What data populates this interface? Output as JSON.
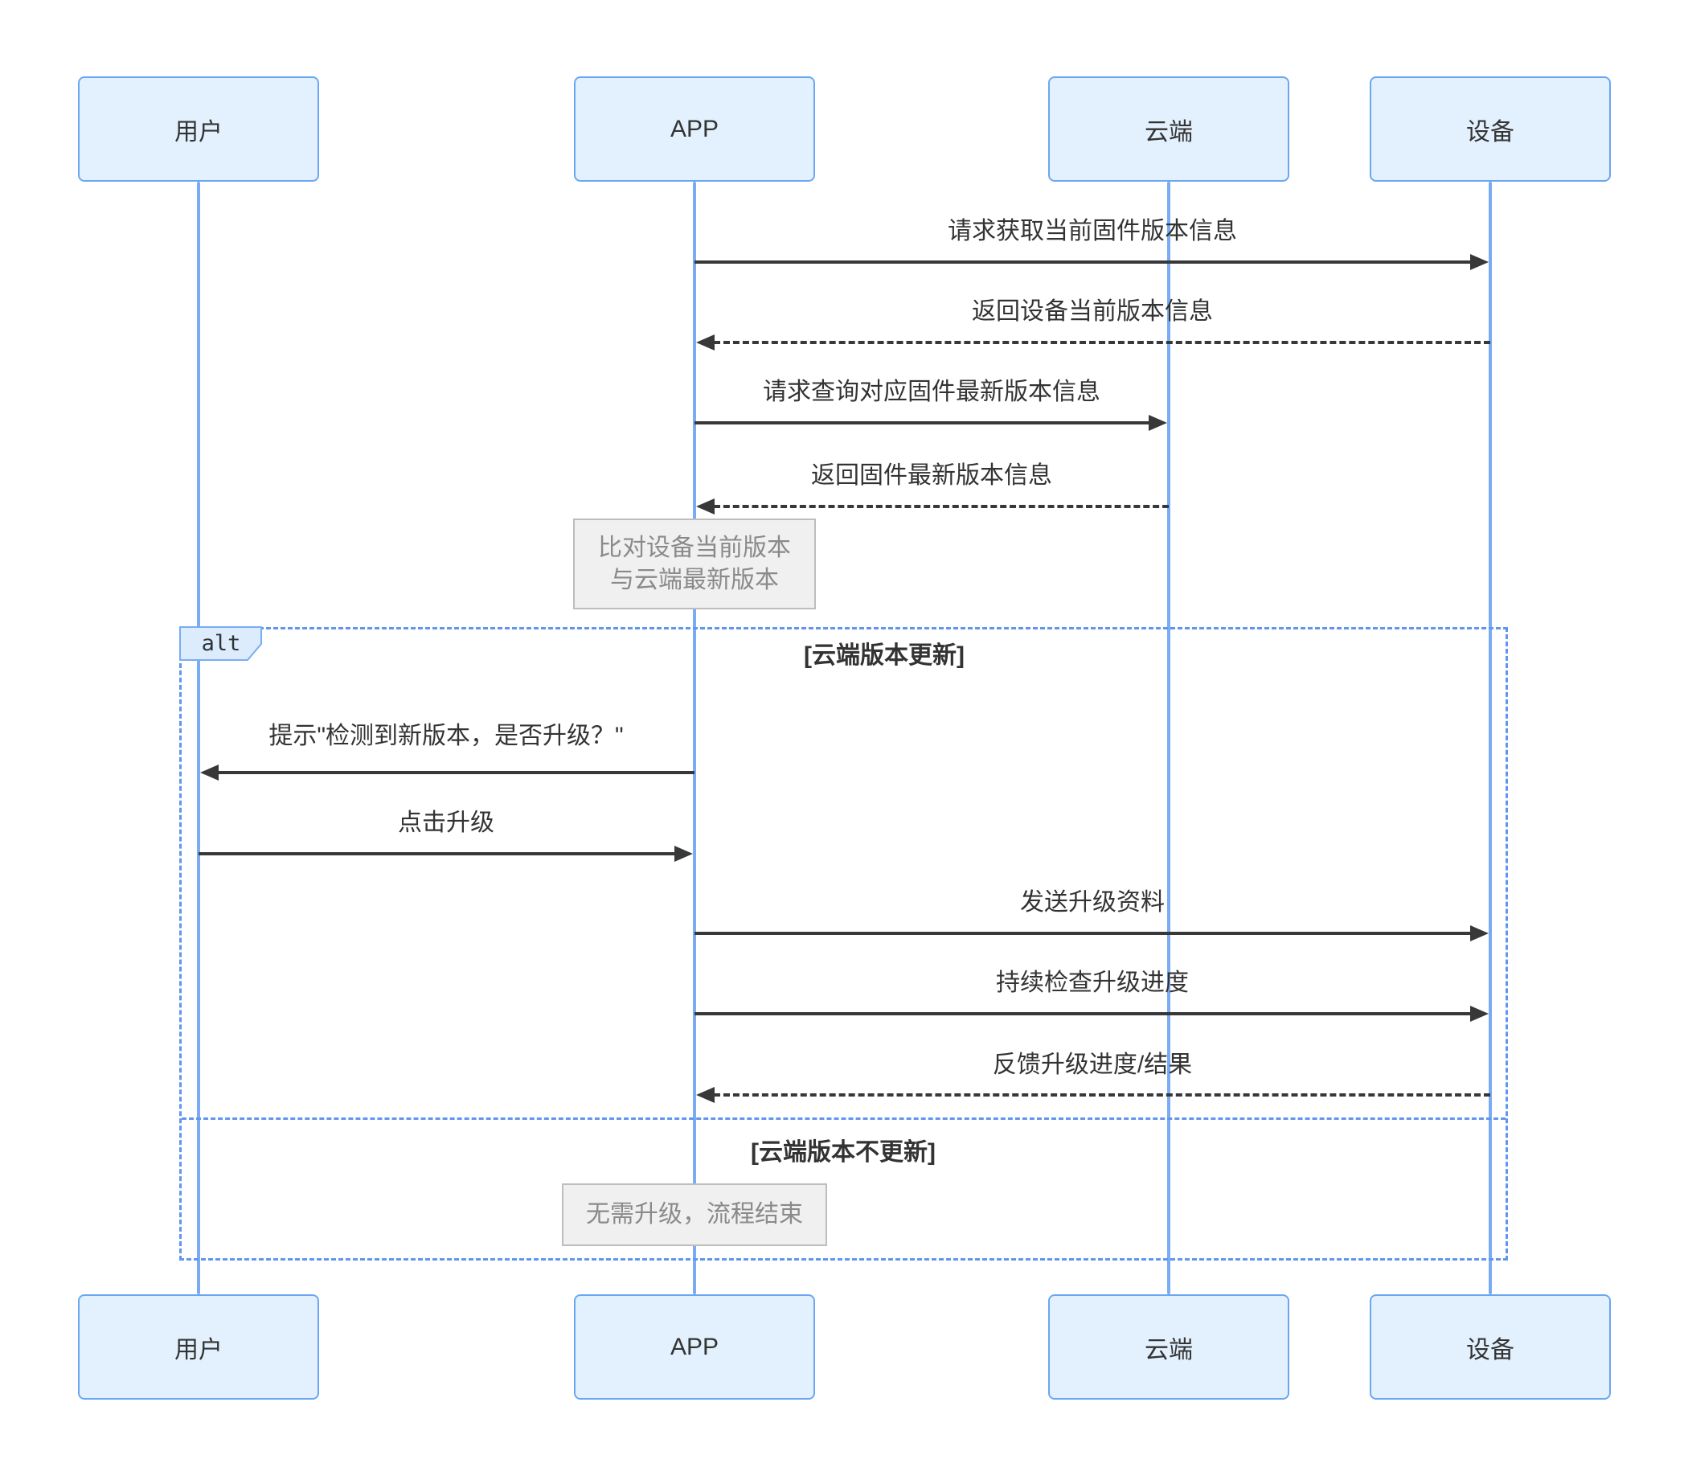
{
  "diagram": {
    "kind": "sequence-diagram",
    "actors": [
      {
        "id": "user",
        "label": "用户"
      },
      {
        "id": "app",
        "label": "APP"
      },
      {
        "id": "cloud",
        "label": "云端"
      },
      {
        "id": "device",
        "label": "设备"
      }
    ],
    "messages": [
      {
        "from": "APP",
        "to": "设备",
        "line": "solid",
        "label": "请求获取当前固件版本信息"
      },
      {
        "from": "设备",
        "to": "APP",
        "line": "dashed",
        "label": "返回设备当前版本信息"
      },
      {
        "from": "APP",
        "to": "云端",
        "line": "solid",
        "label": "请求查询对应固件最新版本信息"
      },
      {
        "from": "云端",
        "to": "APP",
        "line": "dashed",
        "label": "返回固件最新版本信息"
      },
      {
        "from": "APP",
        "to": "用户",
        "line": "solid",
        "label": "提示\"检测到新版本，是否升级？\""
      },
      {
        "from": "用户",
        "to": "APP",
        "line": "solid",
        "label": "点击升级"
      },
      {
        "from": "APP",
        "to": "设备",
        "line": "solid",
        "label": "发送升级资料"
      },
      {
        "from": "APP",
        "to": "设备",
        "line": "solid",
        "label": "持续检查升级进度"
      },
      {
        "from": "设备",
        "to": "APP",
        "line": "dashed",
        "label": "反馈升级进度/结果"
      }
    ],
    "notes": [
      {
        "line1": "比对设备当前版本",
        "line2": "与云端最新版本"
      },
      {
        "line1": "无需升级，流程结束"
      }
    ],
    "fragment": {
      "operator": "alt",
      "condition1": "[云端版本更新]",
      "condition2": "[云端版本不更新]"
    }
  },
  "colors": {
    "actor_fill": "#e2f1fd",
    "actor_border": "#6ca6f2",
    "lifeline": "#79acf4",
    "frame_border": "#6296ee",
    "arrow": "#383838",
    "text": "#333333",
    "note_fill": "#f0f0f0",
    "note_border": "#bdbdbd",
    "note_text": "#8a8a8a",
    "tag_fill": "#dcecfc"
  }
}
